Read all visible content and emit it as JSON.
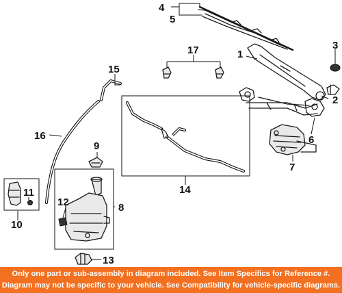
{
  "callouts": {
    "c1": "1",
    "c2": "2",
    "c3": "3",
    "c4": "4",
    "c5": "5",
    "c6": "6",
    "c7": "7",
    "c8": "8",
    "c9": "9",
    "c10": "10",
    "c11": "11",
    "c12": "12",
    "c13": "13",
    "c14": "14",
    "c15": "15",
    "c16": "16",
    "c17": "17"
  },
  "disclaimer": {
    "line1": "Only one part or sub-assembly in diagram included. See Item Specifics for Reference #.",
    "line2": "Diagram may not be specific to your vehicle. See Compatibility for vehicle-specific diagrams."
  },
  "colors": {
    "banner": "#f37021",
    "banner_text": "#ffffff",
    "linework": "#1a1a1a"
  }
}
